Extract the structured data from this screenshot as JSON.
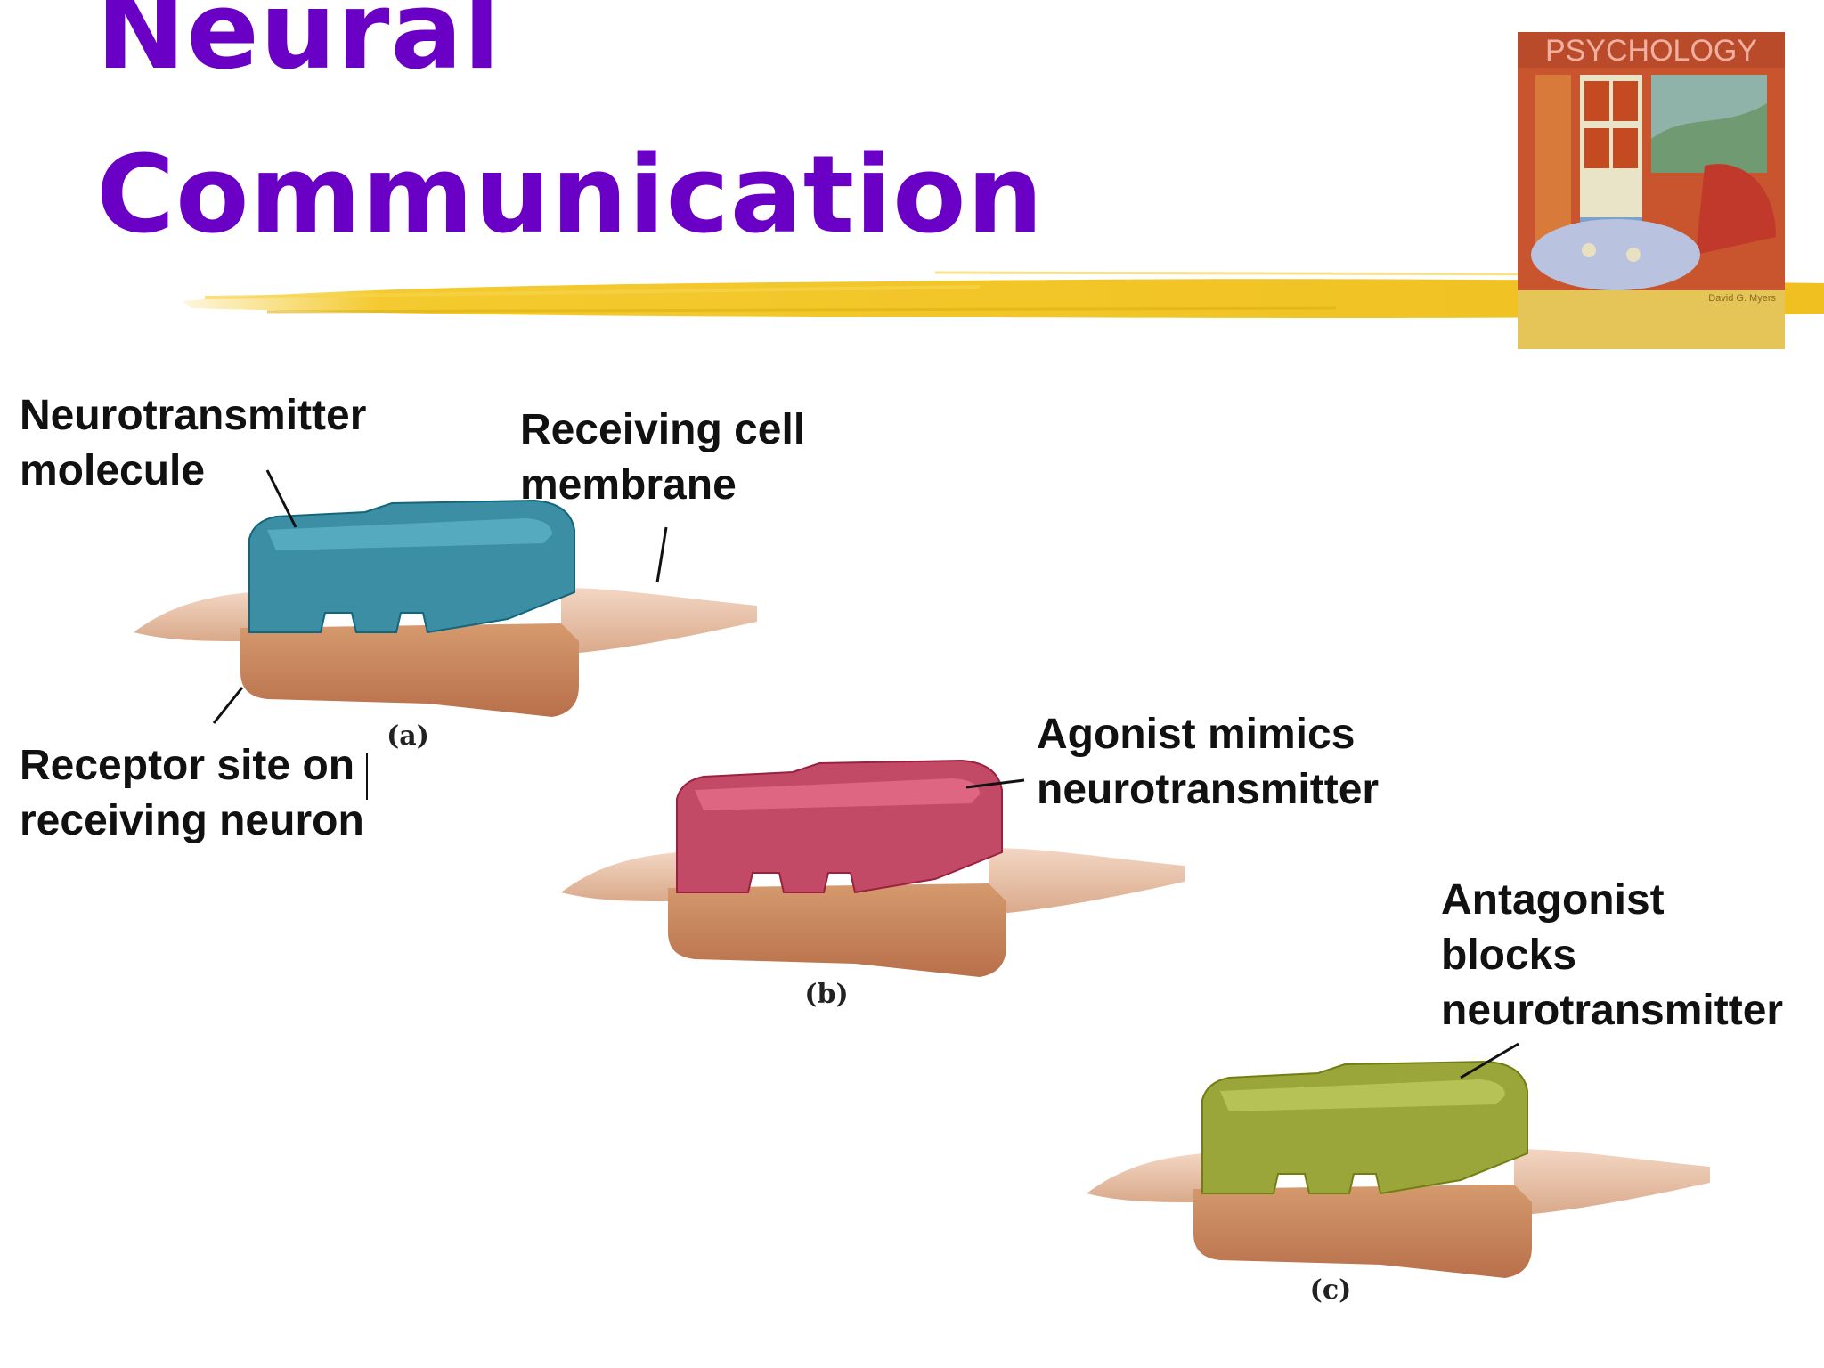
{
  "slide": {
    "title_line1": "Neural",
    "title_line2": "Communication",
    "title_color": "#6a00c6",
    "highlight_color": "#f2c418"
  },
  "book_cover": {
    "title": "PSYCHOLOGY",
    "author": "David G. Myers"
  },
  "labels": {
    "neurotransmitter_molecule": [
      "Neurotransmitter",
      "molecule"
    ],
    "receiving_cell_membrane": [
      "Receiving cell",
      "membrane"
    ],
    "receptor_site": [
      "Receptor site on",
      "receiving neuron"
    ],
    "agonist": [
      "Agonist mimics",
      "neurotransmitter"
    ],
    "antagonist": [
      "Antagonist",
      "blocks",
      "neurotransmitter"
    ]
  },
  "panels": [
    {
      "caption": "(a)",
      "block_color": "#3b8ea3",
      "receptor_color": "#c98a62"
    },
    {
      "caption": "(b)",
      "block_color": "#c24a66",
      "receptor_color": "#c98a62"
    },
    {
      "caption": "(c)",
      "block_color": "#9aa63a",
      "receptor_color": "#c98a62"
    }
  ]
}
